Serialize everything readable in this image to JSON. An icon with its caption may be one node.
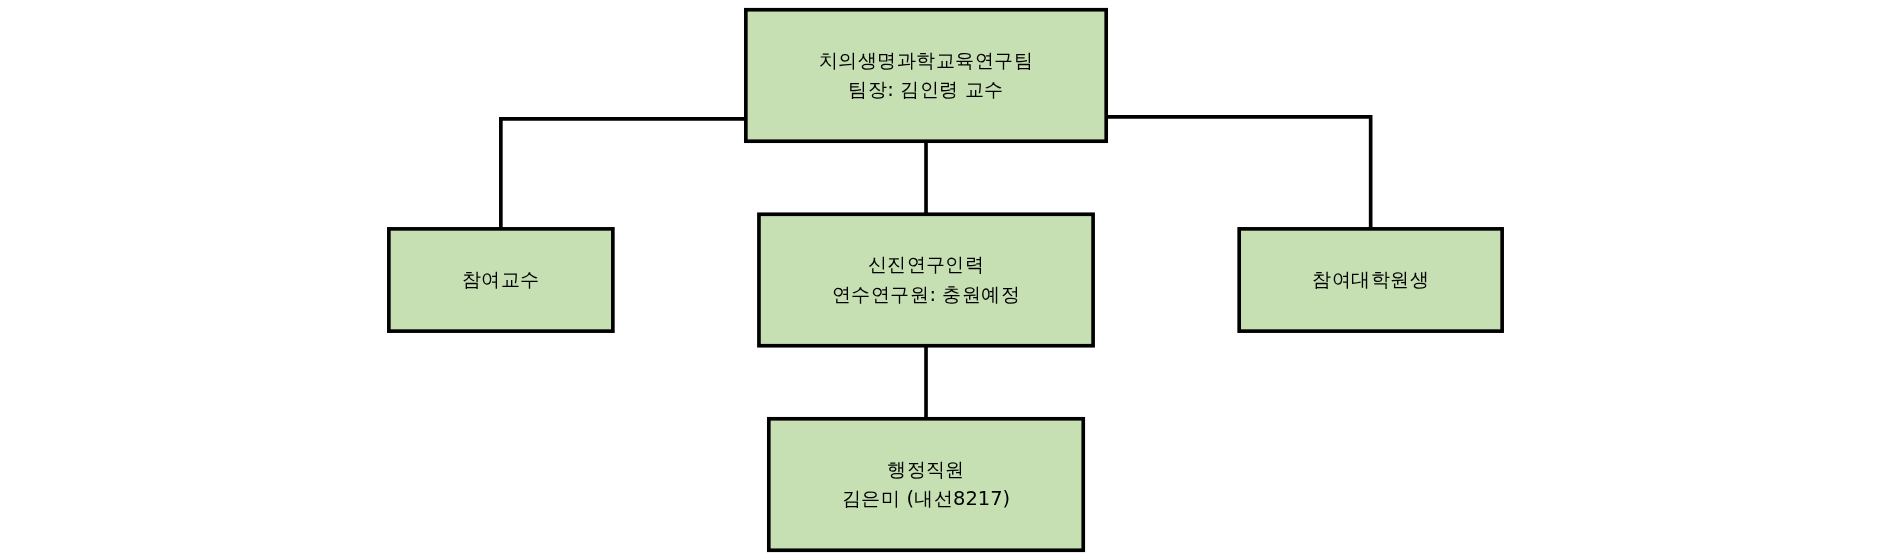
{
  "diagram": {
    "nodes": [
      {
        "text": [
          "치의생명과학교육연구팀",
          "팀장: 김인령 교수"
        ]
      },
      {
        "text": [
          "참여교수"
        ]
      },
      {
        "text": [
          "신진연구인력",
          "연수연구원: 충원예정"
        ]
      },
      {
        "text": [
          "참여대학원생"
        ]
      },
      {
        "text": [
          "행정직원",
          "김은미 (내선8217)"
        ]
      }
    ],
    "edges": [
      {
        "from": 0,
        "to": 1,
        "arrow": "none"
      },
      {
        "from": 0,
        "to": 2,
        "arrow": "none"
      },
      {
        "from": 0,
        "to": 3,
        "arrow": "none"
      },
      {
        "from": 2,
        "to": 4,
        "arrow": "none"
      }
    ]
  }
}
